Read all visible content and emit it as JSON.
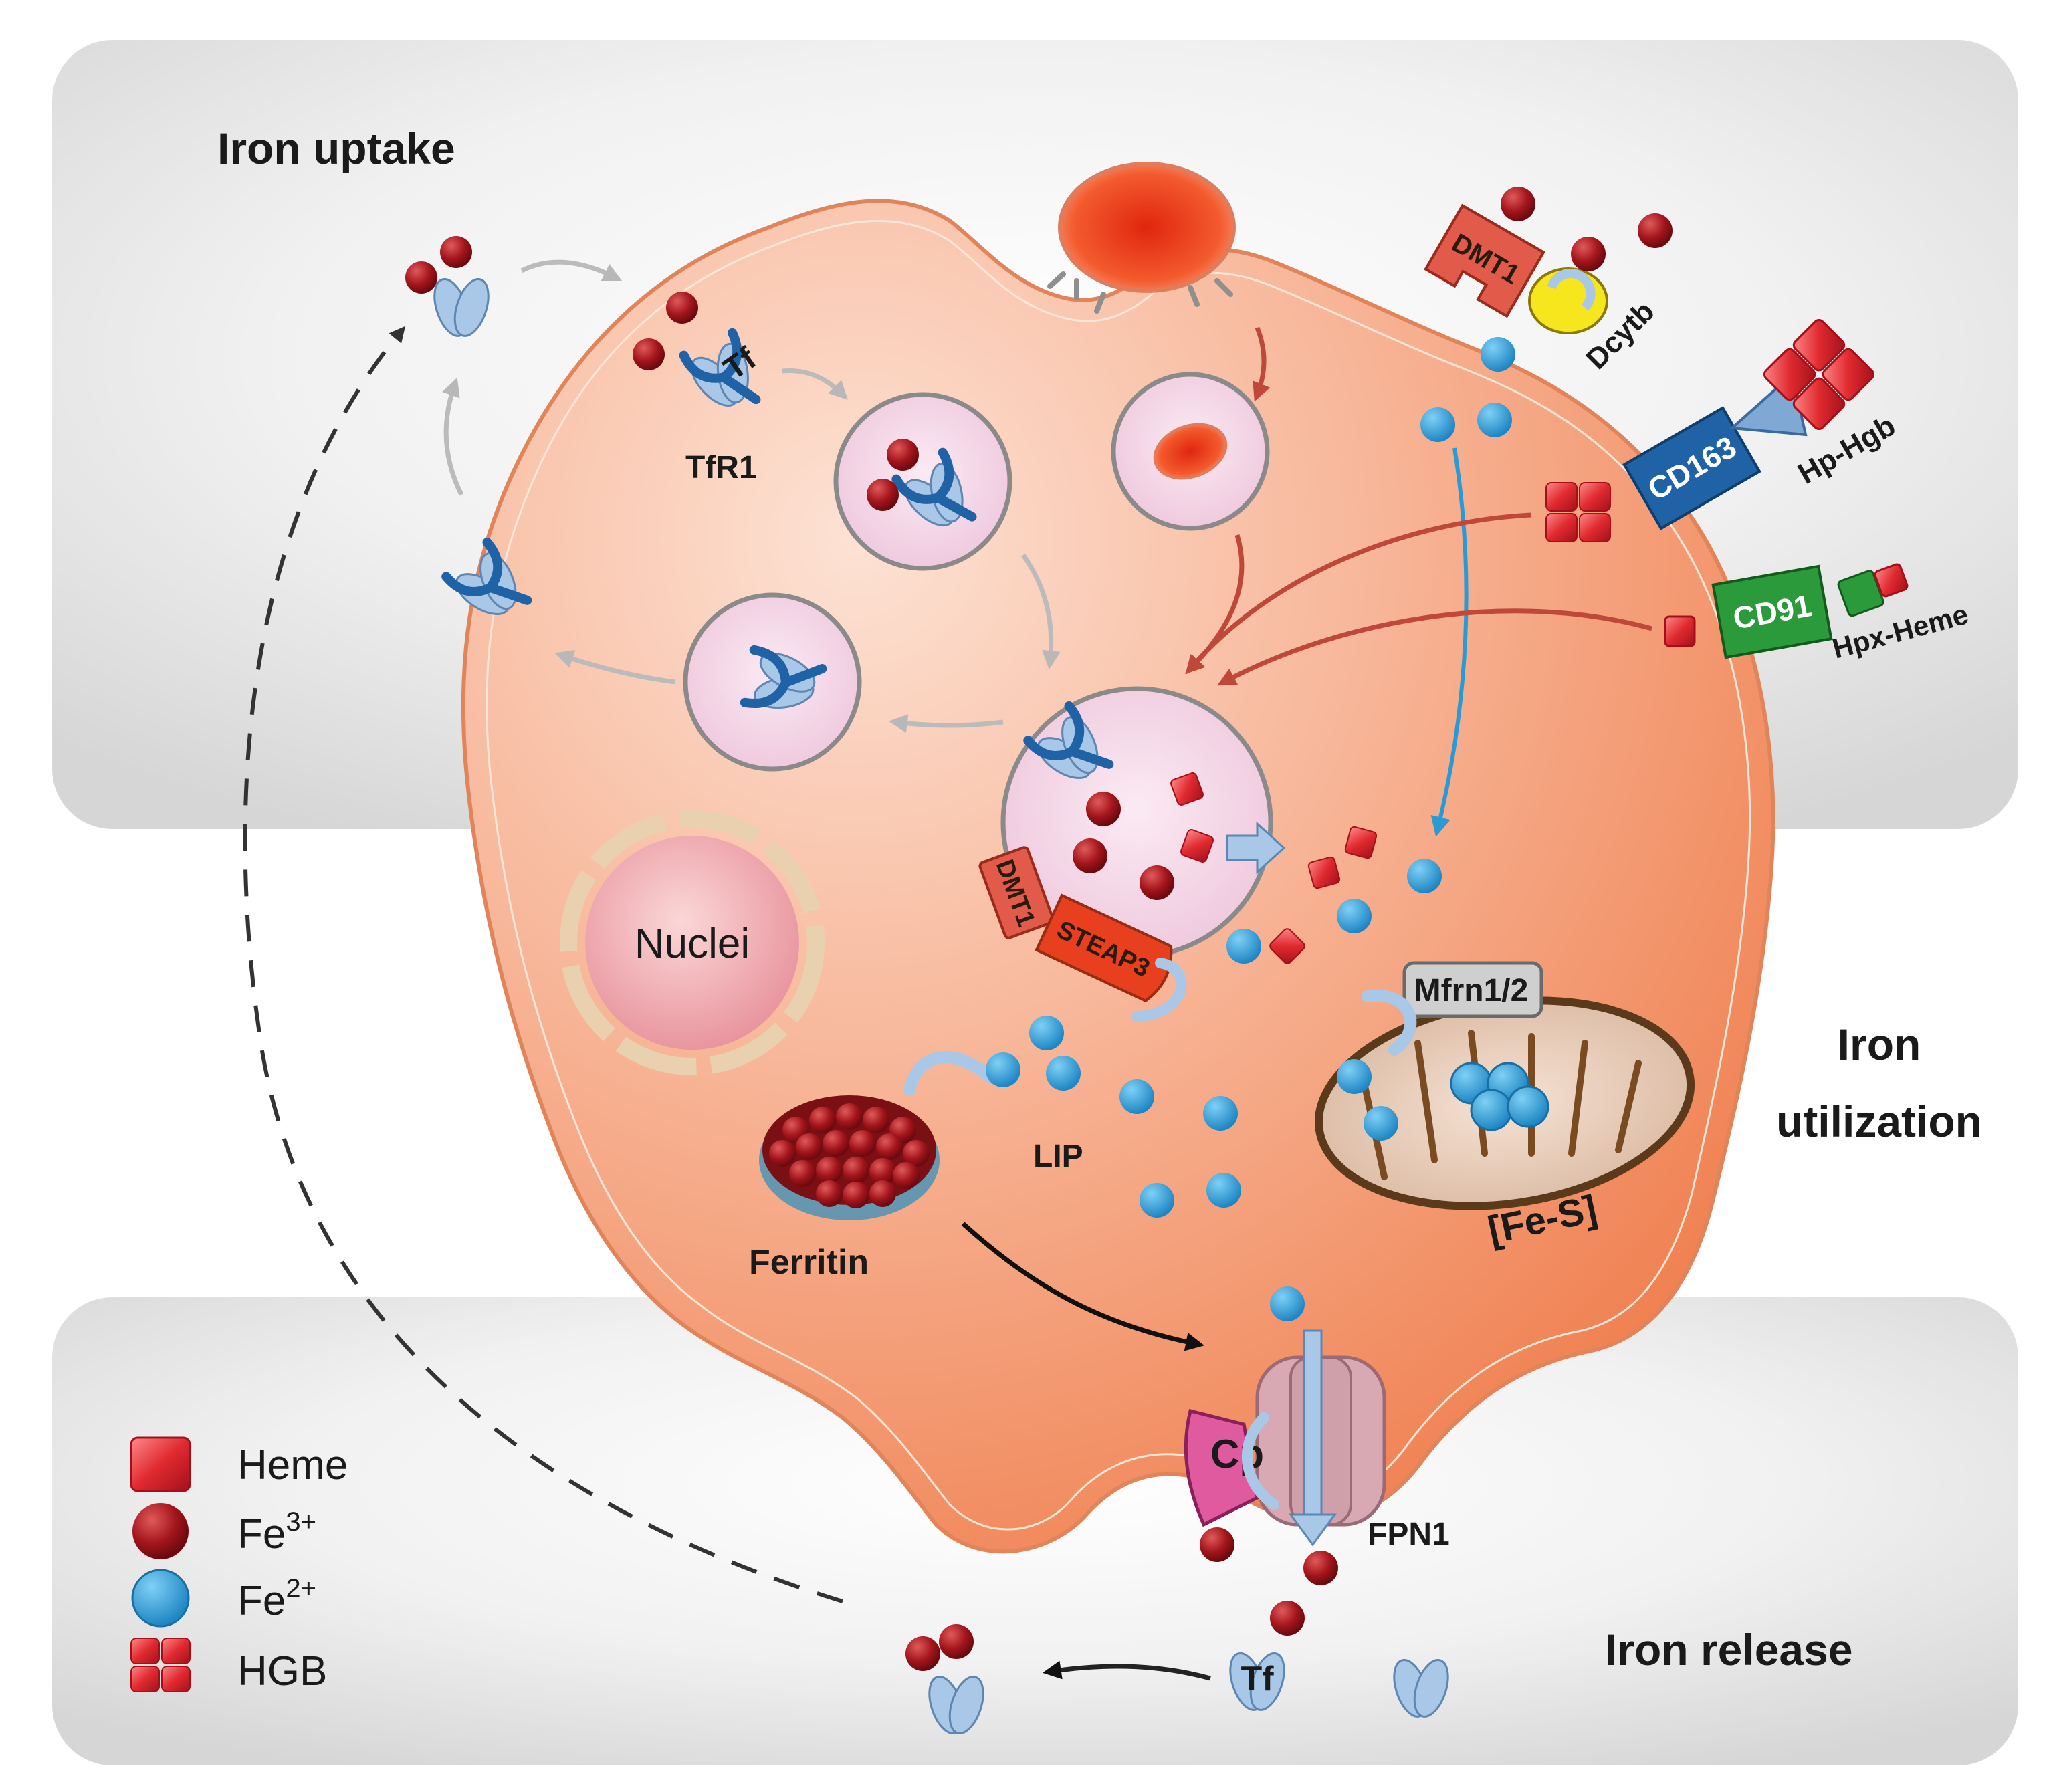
{
  "sections": {
    "uptake": "Iron uptake",
    "utilization_line1": "Iron",
    "utilization_line2": "utilization",
    "release": "Iron release"
  },
  "labels": {
    "tf": "Tf",
    "tfr1": "TfR1",
    "dmt1_top": "DMT1",
    "dcytb": "Dcytb",
    "cd163": "CD163",
    "hp_hgb": "Hp-Hgb",
    "cd91": "CD91",
    "hpx_heme": "Hpx-Heme",
    "nuclei": "Nuclei",
    "dmt1_endo": "DMT1",
    "steap3": "STEAP3",
    "mfrn": "Mfrn1/2",
    "ferritin": "Ferritin",
    "lip": "LIP",
    "fes": "[Fe-S]",
    "cp": "Cp",
    "fpn1": "FPN1",
    "tf_release": "Tf"
  },
  "legend": [
    {
      "label": "Heme",
      "sup": "",
      "icon": "heme-icon"
    },
    {
      "label": "Fe",
      "sup": "3+",
      "icon": "ferric-iron-icon"
    },
    {
      "label": "Fe",
      "sup": "2+",
      "icon": "ferrous-iron-icon"
    },
    {
      "label": "HGB",
      "sup": "",
      "icon": "hemoglobin-icon"
    }
  ],
  "colors": {
    "ferric": "#a3151c",
    "ferrous": "#2a9ad4",
    "heme": "#e02a30",
    "receptor": "#1f63a6",
    "transferrin": "#a9c7e6",
    "cell": "#f2a07a",
    "cd163": "#1f63a6",
    "cd91": "#2a9a3a",
    "cp": "#e05aa0",
    "panel": "#e7e7e7"
  }
}
